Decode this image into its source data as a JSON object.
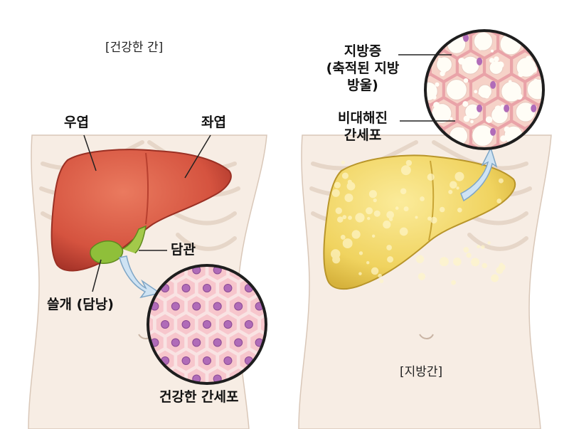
{
  "healthy": {
    "caption": "[건강한 간]",
    "right_lobe": "우엽",
    "left_lobe": "좌엽",
    "bile_duct": "담관",
    "gallbladder": "쓸개 (담낭)",
    "cells": "건강한 간세포"
  },
  "fatty": {
    "caption": "[지방간]",
    "fat_line1": "지방증",
    "fat_line2": "(축적된 지방",
    "fat_line3": "방울)",
    "cell_line1": "비대해진",
    "cell_line2": "간세포"
  },
  "colors": {
    "healthy_liver": "#d5533f",
    "fatty_liver": "#f2d666",
    "gallbladder": "#8fbf3a",
    "cell_fill": "#f4b7bf",
    "nucleus": "#b06bb8",
    "skin": "#f6ebe1",
    "arrow": "#cfe3f3"
  }
}
